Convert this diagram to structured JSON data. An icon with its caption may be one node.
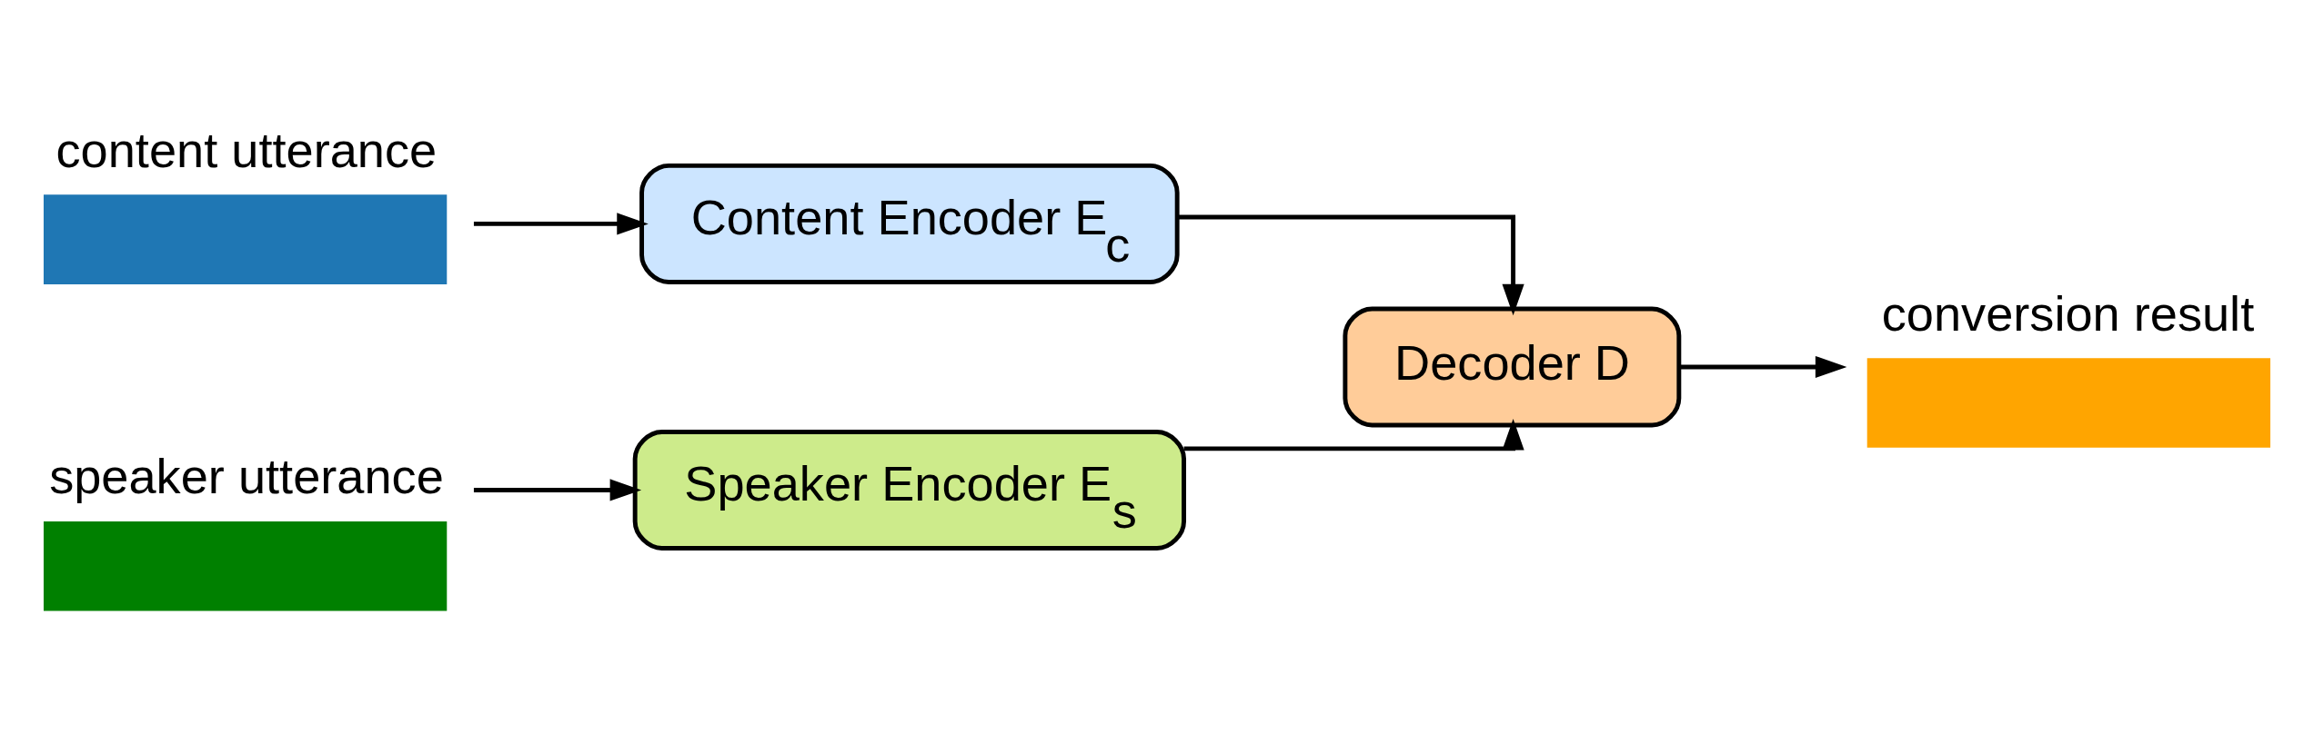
{
  "diagram": {
    "nodes": [
      {
        "text": [
          "content utterance"
        ]
      },
      {
        "text": [
          "speaker utterance"
        ]
      },
      {
        "text": [
          "Content Encoder E$_{c}$"
        ]
      },
      {
        "text": [
          "Speaker Encoder E$_{s}$"
        ]
      },
      {
        "text": [
          "Decoder D"
        ]
      },
      {
        "text": [
          "conversion result"
        ]
      }
    ],
    "edges": [
      {
        "from": 0,
        "to": 2,
        "arrow": "to"
      },
      {
        "from": 1,
        "to": 3,
        "arrow": "to"
      },
      {
        "from": 2,
        "to": 4,
        "arrow": "to"
      },
      {
        "from": 3,
        "to": 4,
        "arrow": "to"
      },
      {
        "from": 4,
        "to": 5,
        "arrow": "to"
      }
    ]
  }
}
